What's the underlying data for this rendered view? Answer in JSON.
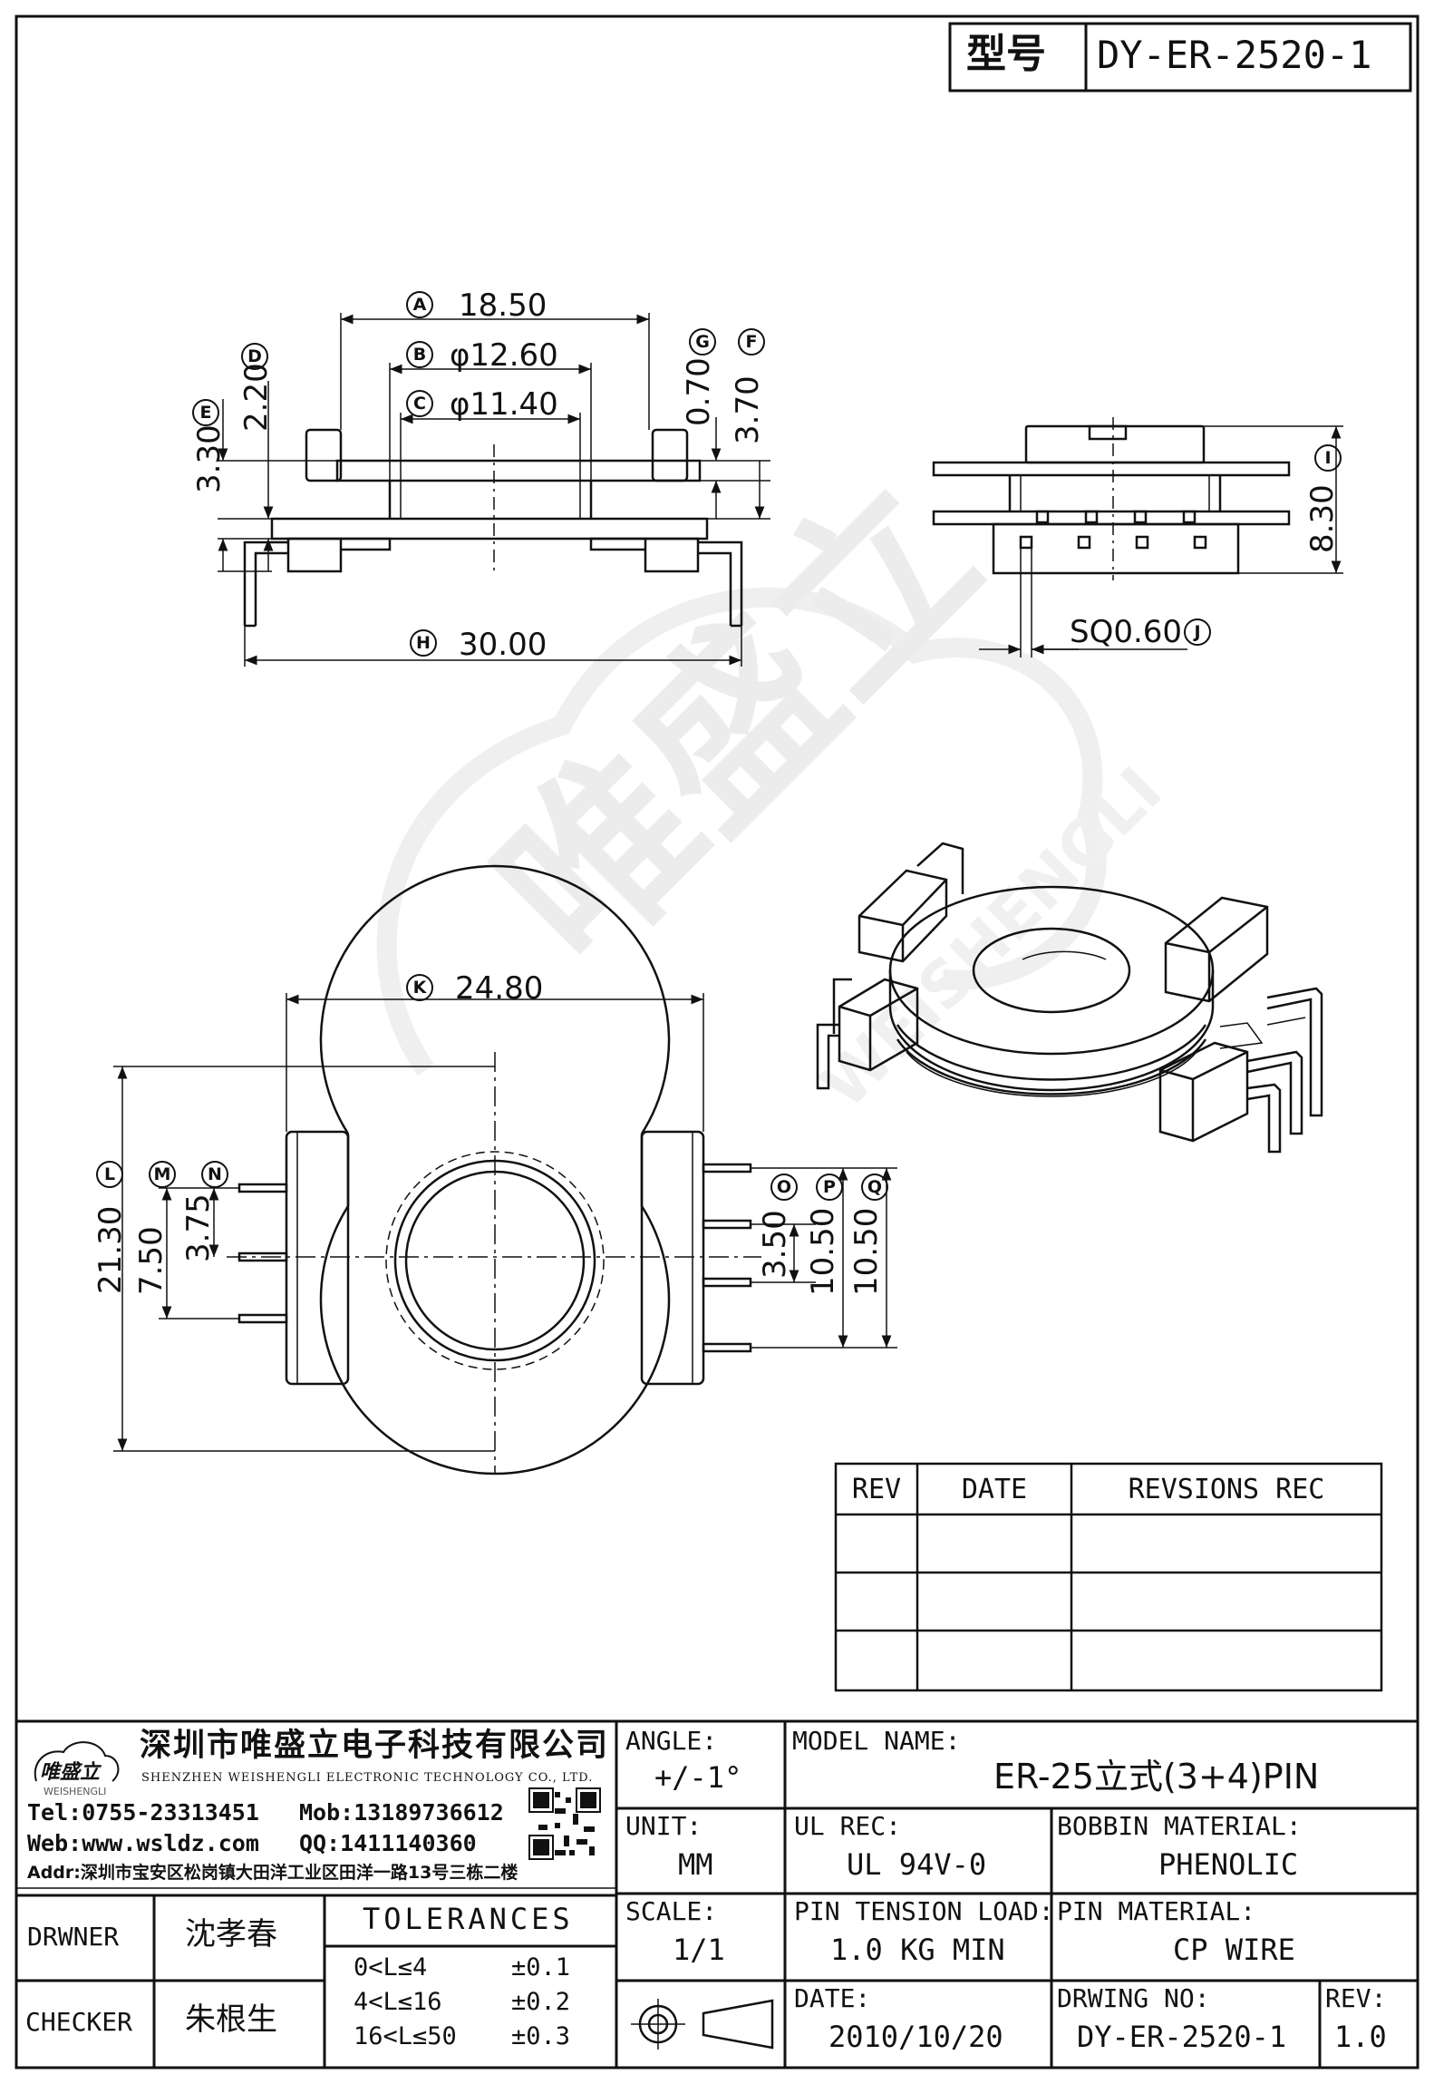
{
  "header": {
    "type_label": "型号",
    "model_code": "DY-ER-2520-1"
  },
  "watermark": {
    "logo_text": "唯盛立",
    "logo_sub": "WEISHENGLI"
  },
  "dimensions": {
    "A": "18.50",
    "B": "φ12.60",
    "C": "φ11.40",
    "D": "2.20",
    "E": "3.30",
    "F": "3.70",
    "G": "0.70",
    "H": "30.00",
    "I": "8.30",
    "J": "SQ0.60",
    "K": "24.80",
    "L": "21.30",
    "M": "7.50",
    "N": "3.75",
    "O": "3.50",
    "P": "10.50",
    "Q": "10.50"
  },
  "revisions": {
    "headers": [
      "REV",
      "DATE",
      "REVSIONS REC"
    ],
    "rows": 3
  },
  "company": {
    "name_cn": "深圳市唯盛立电子科技有限公司",
    "name_en": "SHENZHEN WEISHENGLI ELECTRONIC TECHNOLOGY CO., LTD.",
    "tel": "Tel:0755-23313451",
    "mob": "Mob:13189736612",
    "web": "Web:www.wsldz.com",
    "qq": "QQ:1411140360",
    "addr": "Addr:深圳市宝安区松岗镇大田洋工业区田洋一路13号三栋二楼",
    "logo_text": "唯盛立",
    "logo_sub": "WEISHENGLI"
  },
  "title_block": {
    "angle_label": "ANGLE:",
    "angle_value": "+/-1°",
    "model_name_label": "MODEL NAME:",
    "model_name_value": "ER-25立式(3+4)PIN",
    "unit_label": "UNIT:",
    "unit_value": "MM",
    "ul_rec_label": "UL REC:",
    "ul_rec_value": "UL 94V-0",
    "bobbin_material_label": "BOBBIN MATERIAL:",
    "bobbin_material_value": "PHENOLIC",
    "scale_label": "SCALE:",
    "scale_value": "1/1",
    "pin_tension_label": "PIN TENSION LOAD:",
    "pin_tension_value": "1.0 KG MIN",
    "pin_material_label": "PIN MATERIAL:",
    "pin_material_value": "CP WIRE",
    "date_label": "DATE:",
    "date_value": "2010/10/20",
    "drawing_no_label": "DRWING NO:",
    "drawing_no_value": "DY-ER-2520-1",
    "rev_label": "REV:",
    "rev_value": "1.0",
    "drawer_label": "DRWNER",
    "drawer_value": "沈孝春",
    "checker_label": "CHECKER",
    "checker_value": "朱根生",
    "tolerances_label": "TOLERANCES",
    "tolerances": [
      {
        "range": "0<L≤4",
        "value": "±0.1"
      },
      {
        "range": "4<L≤16",
        "value": "±0.2"
      },
      {
        "range": "16<L≤50",
        "value": "±0.3"
      }
    ]
  }
}
